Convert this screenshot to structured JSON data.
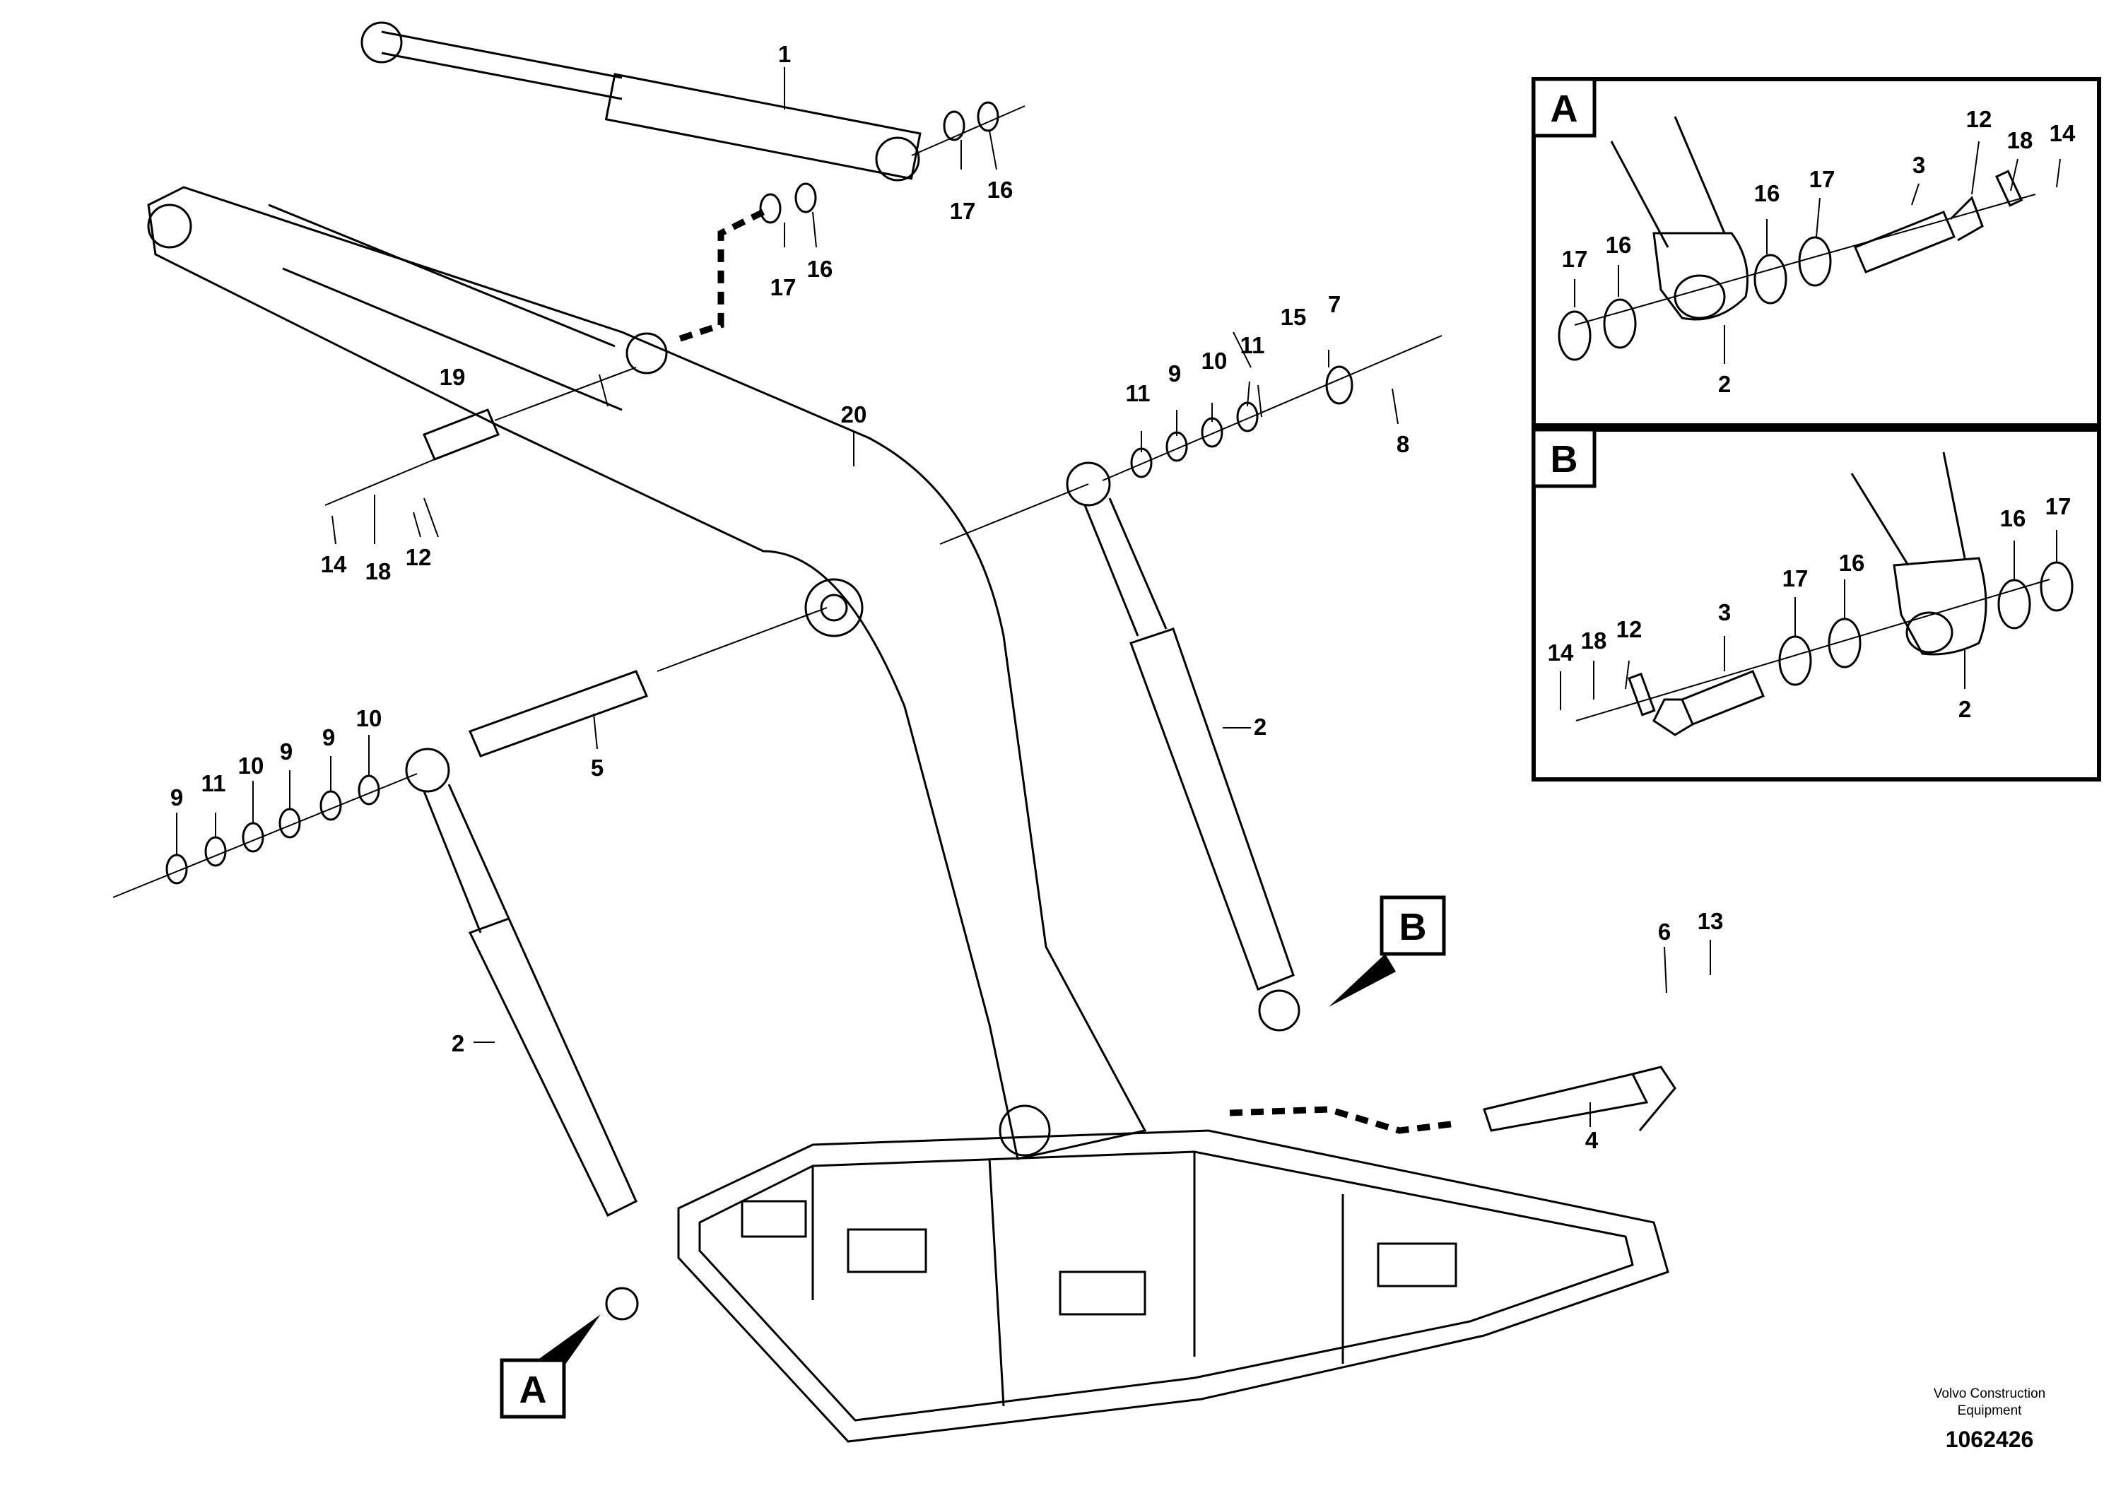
{
  "main": {
    "labels": [
      "1",
      "16",
      "17",
      "17",
      "16",
      "15",
      "7",
      "8",
      "11",
      "9",
      "10",
      "11",
      "19",
      "20",
      "14",
      "18",
      "12",
      "2",
      "5",
      "9",
      "11",
      "10",
      "9",
      "9",
      "10",
      "2",
      "B",
      "6",
      "13",
      "4",
      "A"
    ]
  },
  "inset_a": {
    "letter": "A",
    "labels": [
      "17",
      "16",
      "2",
      "16",
      "17",
      "3",
      "12",
      "18",
      "14"
    ]
  },
  "inset_b": {
    "letter": "B",
    "labels": [
      "14",
      "18",
      "12",
      "3",
      "17",
      "16",
      "2",
      "16",
      "17"
    ]
  },
  "footer": {
    "company_line1": "Volvo Construction",
    "company_line2": "Equipment",
    "doc_number": "1062426"
  }
}
